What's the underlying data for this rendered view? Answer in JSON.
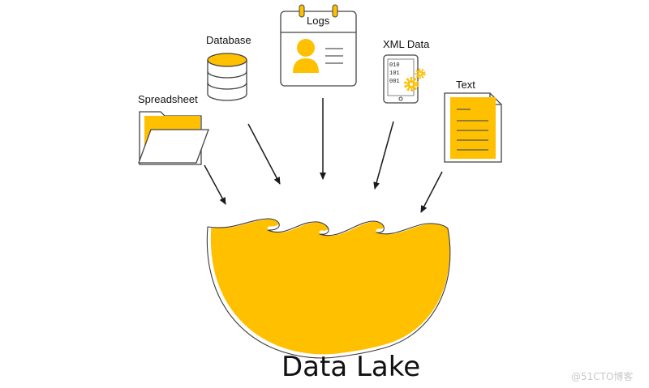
{
  "sources": {
    "spreadsheet": "Spreadsheet",
    "database": "Database",
    "logs": "Logs",
    "xml": "XML Data",
    "xml_code": [
      "010",
      "101",
      "001"
    ],
    "text": "Text"
  },
  "destination": "Data Lake",
  "watermark": "@51CTO博客",
  "colors": {
    "accent": "#FFC000",
    "stroke": "#3a3a3a",
    "background": "#ffffff"
  }
}
